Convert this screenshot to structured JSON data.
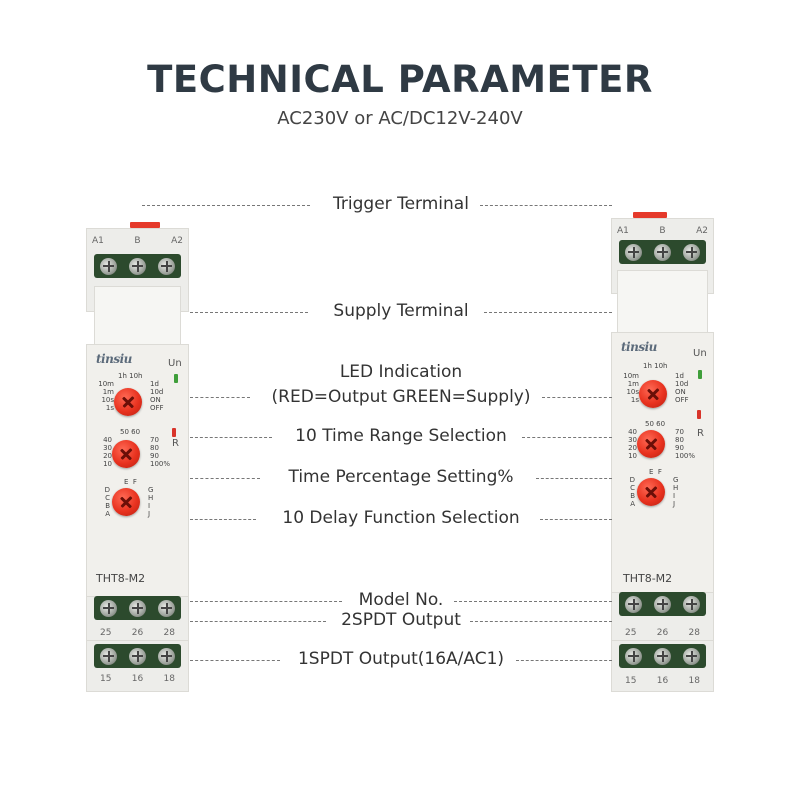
{
  "header": {
    "title": "TECHNICAL PARAMETER",
    "subtitle": "AC230V or AC/DC12V-240V"
  },
  "callouts": {
    "trigger_terminal": "Trigger Terminal",
    "supply_terminal": "Supply Terminal",
    "led_indication_line1": "LED Indication",
    "led_indication_line2": "(RED=Output GREEN=Supply)",
    "time_range": "10 Time Range Selection",
    "time_percentage": "Time Percentage Setting%",
    "delay_function": "10 Delay Function Selection",
    "model_no": "Model No.",
    "output_2spdt": "2SPDT Output",
    "output_1spdt": "1SPDT Output(16A/AC1)"
  },
  "device": {
    "model": "THT8-M2",
    "top_terminals": [
      "A1",
      "B",
      "A2"
    ],
    "mid_terminals": [
      "25",
      "26",
      "28"
    ],
    "bottom_terminals": [
      "15",
      "16",
      "18"
    ],
    "un_label": "Un",
    "r_label": "R",
    "range_left": [
      "10m",
      "1m",
      "10s",
      "1s"
    ],
    "range_top": [
      "1h",
      "10h"
    ],
    "range_right": [
      "1d",
      "10d",
      "ON",
      "OFF"
    ],
    "pct_left": [
      "40",
      "30",
      "20",
      "10"
    ],
    "pct_top": [
      "50",
      "60"
    ],
    "pct_right": [
      "70",
      "80",
      "90",
      "100%"
    ],
    "func_left": [
      "D",
      "C",
      "B",
      "A"
    ],
    "func_top": [
      "E",
      "F"
    ],
    "func_right": [
      "G",
      "H",
      "I",
      "J"
    ]
  },
  "colors": {
    "knob": "#e8321f",
    "terminal_block": "#2c4a2d",
    "led_green": "#3f9e3a",
    "led_red": "#d8342a",
    "title": "#2f3a44"
  }
}
